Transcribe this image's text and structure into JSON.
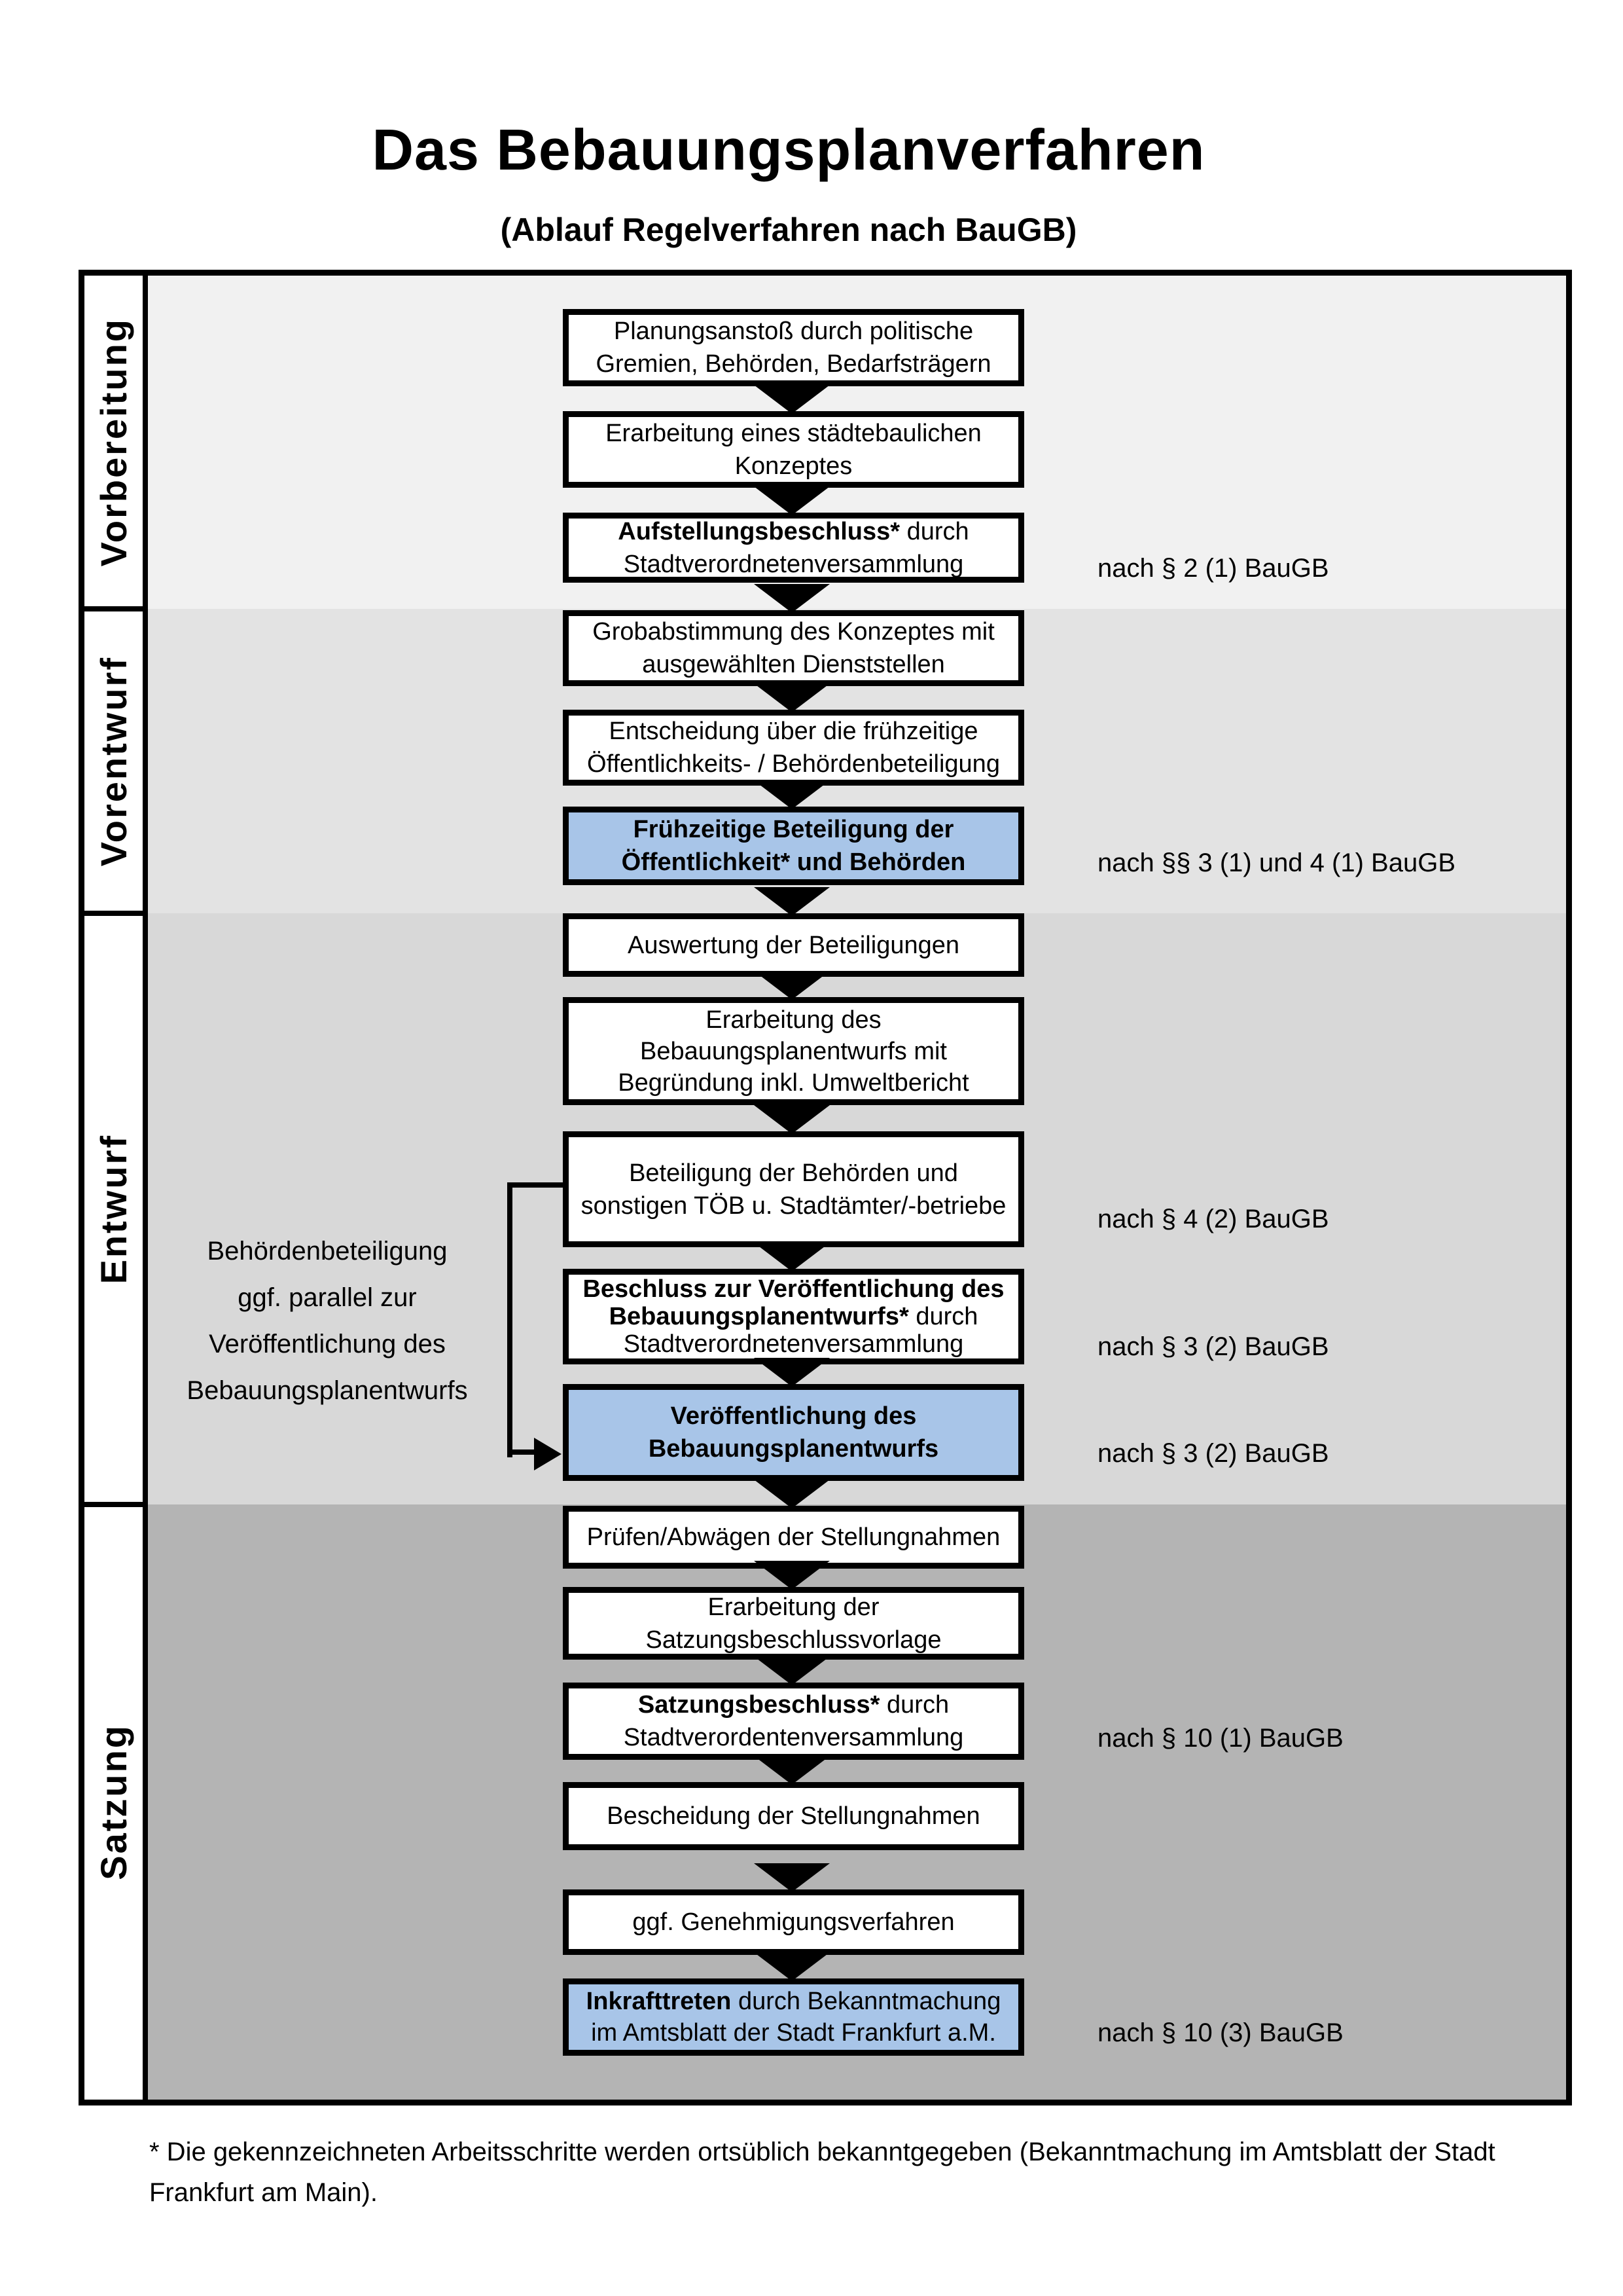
{
  "title": "Das Bebauungsplanverfahren",
  "subtitle": "(Ablauf Regelverfahren nach BauGB)",
  "colors": {
    "highlight_blue": "#a8c5e8",
    "section_vorbereitung": "#f1f1f1",
    "section_vorentwurf": "#e3e3e3",
    "section_entwurf": "#d8d8d8",
    "section_satzung": "#b4b4b4",
    "line_black": "#000000"
  },
  "sections": [
    {
      "label": "Vorbereitung"
    },
    {
      "label": "Vorentwurf"
    },
    {
      "label": "Entwurf"
    },
    {
      "label": "Satzung"
    }
  ],
  "steps": {
    "s1": {
      "l1r": "Planungsanstoß durch politische",
      "l2r": "Gremien, Behörden, Bedarfsträgern"
    },
    "s2": {
      "l1r": "Erarbeitung eines städtebaulichen",
      "l2r": "Konzeptes"
    },
    "s3": {
      "l1b": "Aufstellungsbeschluss*",
      "l1r": " durch",
      "l2r": "Stadtverordnetenversammlung"
    },
    "s4": {
      "l1r": "Grobabstimmung des Konzeptes mit",
      "l2r": "ausgewählten Dienststellen"
    },
    "s5": {
      "l1r": "Entscheidung über die frühzeitige",
      "l2r": "Öffentlichkeits- / Behördenbeteiligung"
    },
    "s6": {
      "l1b": "Frühzeitige Beteiligung der",
      "l2b": "Öffentlichkeit* und Behörden"
    },
    "s7": {
      "l1r": "Auswertung der Beteiligungen"
    },
    "s8": {
      "l1r": "Erarbeitung des",
      "l2r": "Bebauungsplanentwurfs mit",
      "l3r": "Begründung inkl. Umweltbericht"
    },
    "s9": {
      "l1r": "Beteiligung der Behörden und",
      "l2r": "sonstigen TÖB u. Stadtämter/-betriebe"
    },
    "s10": {
      "l1b": "Beschluss zur Veröffentlichung des",
      "l2b": "Bebauungsplanentwurfs*",
      "l2r": " durch",
      "l3r": "Stadtverordnetenversammlung"
    },
    "s11": {
      "l1b": "Veröffentlichung des",
      "l2b": "Bebauungsplanentwurfs"
    },
    "s12": {
      "l1r": "Prüfen/Abwägen der Stellungnahmen"
    },
    "s13": {
      "l1r": "Erarbeitung der",
      "l2r": "Satzungsbeschlussvorlage"
    },
    "s14": {
      "l1b": "Satzungsbeschluss*",
      "l1r": " durch",
      "l2r": "Stadtverordentenversammlung"
    },
    "s15": {
      "l1r": "Bescheidung der Stellungnahmen"
    },
    "s16": {
      "l1r": "ggf. Genehmigungsverfahren"
    },
    "s17": {
      "l1b": "Inkrafttreten",
      "l1r": " durch Bekanntmachung",
      "l2r": "im Amtsblatt der Stadt Frankfurt a.M."
    }
  },
  "references": {
    "r1": "nach § 2 (1) BauGB",
    "r2": "nach §§ 3 (1) und 4 (1) BauGB",
    "r3": "nach § 4 (2) BauGB",
    "r4": "nach § 3 (2) BauGB",
    "r5": "nach § 3 (2) BauGB",
    "r6": "nach § 10 (1) BauGB",
    "r7": "nach § 10 (3) BauGB"
  },
  "annotation": {
    "l1": "Behördenbeteiligung",
    "l2": "ggf. parallel zur",
    "l3": "Veröffentlichung des",
    "l4": "Bebauungsplanentwurfs"
  },
  "footnote": {
    "line1": "* Die gekennzeichneten Arbeitsschritte werden ortsüblich bekanntgegeben (Bekanntmachung im Amtsblatt  der Stadt",
    "line2": "Frankfurt am Main)."
  }
}
